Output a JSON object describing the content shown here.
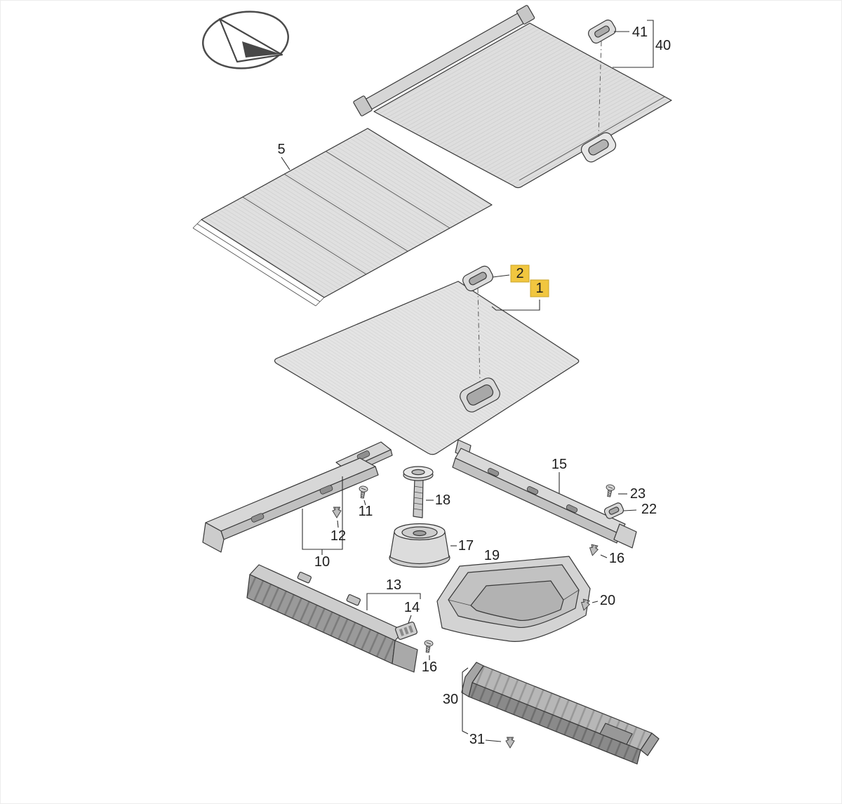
{
  "diagram": {
    "type": "exploded-parts-diagram",
    "subject": "luggage-compartment-trim-and-load-floor",
    "background_color": "#ffffff",
    "highlight_color": "#f1c63f",
    "highlight_border": "#c9a42a",
    "line_color": "#2d2d2d",
    "callouts": {
      "c1": "1",
      "c2": "2",
      "c5": "5",
      "c10": "10",
      "c11": "11",
      "c12": "12",
      "c13": "13",
      "c14": "14",
      "c15": "15",
      "c16_right": "16",
      "c16_bottom": "16",
      "c17": "17",
      "c18": "18",
      "c19": "19",
      "c20": "20",
      "c22": "22",
      "c23": "23",
      "c30": "30",
      "c31": "31",
      "c40": "40",
      "c41": "41"
    }
  }
}
